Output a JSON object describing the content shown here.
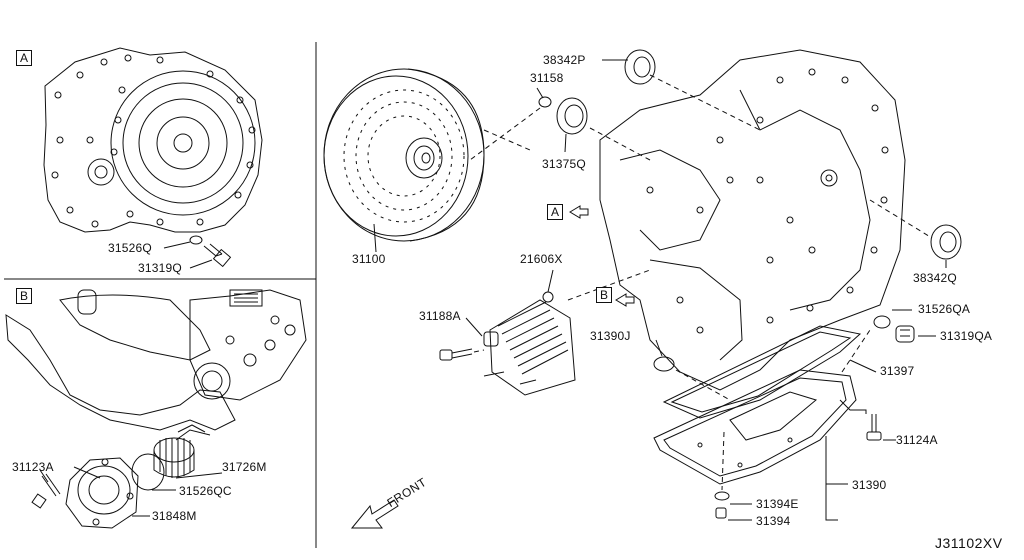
{
  "inset_a": {
    "tag": "A",
    "parts": [
      "31526Q",
      "31319Q"
    ]
  },
  "inset_b": {
    "tag": "B",
    "parts": [
      "31123A",
      "31726M",
      "31526QC",
      "31848M"
    ]
  },
  "main": {
    "parts": {
      "p38342P": "38342P",
      "p31158": "31158",
      "p31375Q": "31375Q",
      "p31100": "31100",
      "p21606X": "21606X",
      "p31188A": "31188A",
      "p38342Q": "38342Q",
      "p31526QA": "31526QA",
      "p31319QA": "31319QA",
      "p31390J": "31390J",
      "p31397": "31397",
      "p31124A": "31124A",
      "p31390": "31390",
      "p31394E": "31394E",
      "p31394": "31394"
    },
    "view_markers": [
      "A",
      "B"
    ],
    "front_label": "FRONT"
  },
  "diagram_code": "J31102XV",
  "colors": {
    "line": "#111111",
    "background": "#ffffff"
  }
}
